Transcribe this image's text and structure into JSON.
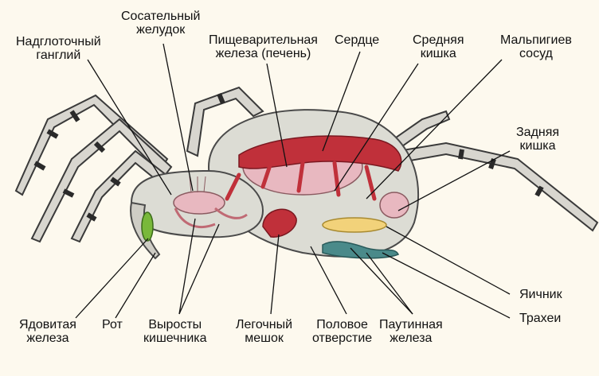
{
  "colors": {
    "background": "#fdf9ee",
    "body_fill": "#dcdcd4",
    "outline": "#4a4a4a",
    "heart": "#c0303a",
    "digestive_gland": "#e8b8c0",
    "venom_gland": "#79b83a",
    "ovary": "#f2d27a",
    "silk_gland": "#4a8a8a"
  },
  "labels": {
    "supraesophageal_ganglion": [
      "Надглоточный",
      "ганглий"
    ],
    "sucking_stomach": [
      "Сосательный",
      "желудок"
    ],
    "digestive_gland": [
      "Пищеварительная",
      "железа (печень)"
    ],
    "heart": [
      "Сердце"
    ],
    "midgut": [
      "Средняя",
      "кишка"
    ],
    "malpighian_tubule": [
      "Мальпигиев",
      "сосуд"
    ],
    "hindgut": [
      "Задняя",
      "кишка"
    ],
    "ovary": [
      "Яичник"
    ],
    "trachea": [
      "Трахеи"
    ],
    "venom_gland": [
      "Ядовитая",
      "железа"
    ],
    "mouth": [
      "Рот"
    ],
    "gut_outgrowths": [
      "Выросты",
      "кишечника"
    ],
    "book_lung": [
      "Легочный",
      "мешок"
    ],
    "genital_opening": [
      "Половое",
      "отверстие"
    ],
    "silk_gland": [
      "Паутинная",
      "железа"
    ]
  }
}
